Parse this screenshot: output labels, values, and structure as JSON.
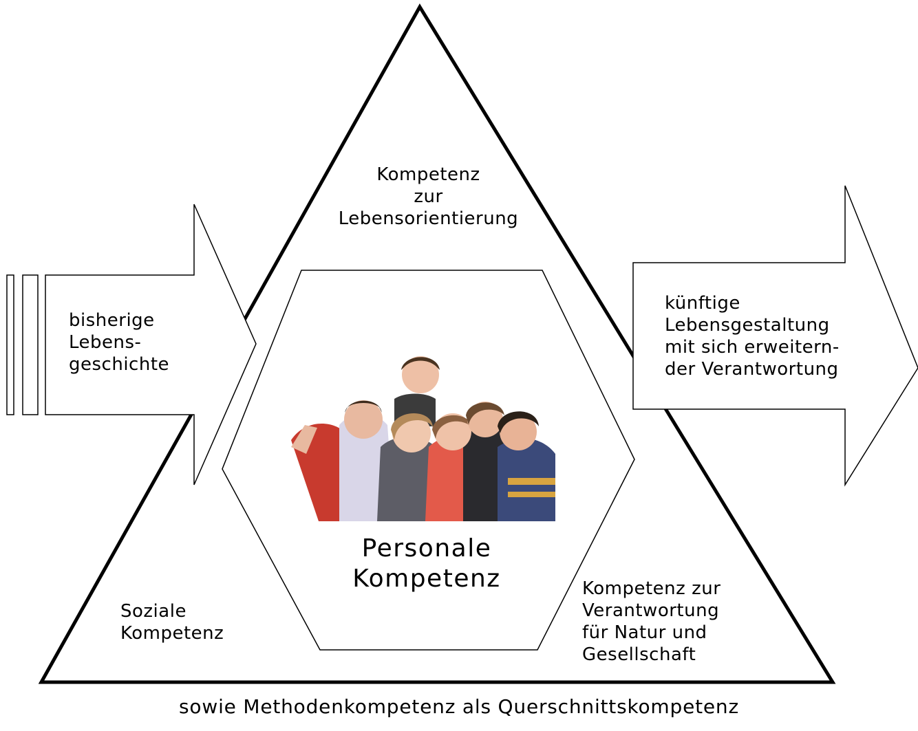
{
  "diagram": {
    "top_label": [
      "Kompetenz",
      "zur",
      "Lebensorientierung"
    ],
    "left_arrow_label": [
      "bisherige",
      "Lebens-",
      "geschichte"
    ],
    "right_arrow_label": [
      "künftige",
      "Lebensgestaltung",
      "mit sich erweitern-",
      "der Verantwortung"
    ],
    "center_label": [
      "Personale",
      "Kompetenz"
    ],
    "bottom_left_label": [
      "Soziale",
      "Kompetenz"
    ],
    "bottom_right_label": [
      "Kompetenz zur",
      "Verantwortung",
      "für Natur und",
      "Gesellschaft"
    ],
    "footer": "sowie Methodenkompetenz als Querschnittskompetenz",
    "photo": "group-of-children-photo"
  }
}
